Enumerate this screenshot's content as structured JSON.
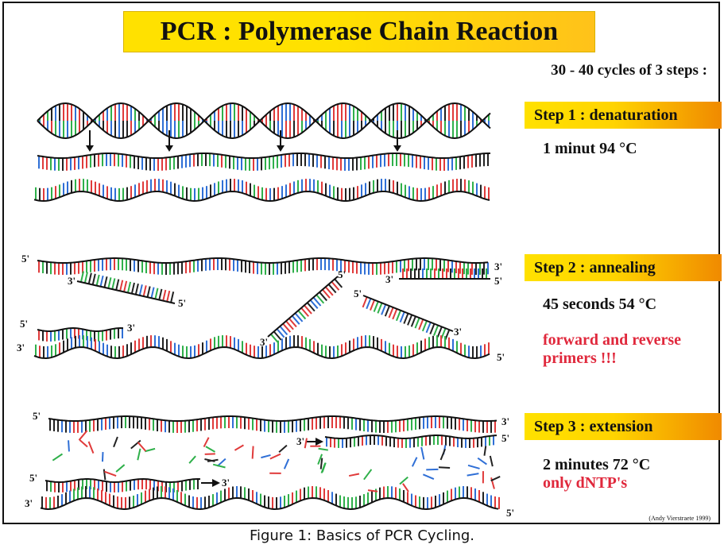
{
  "title": "PCR : Polymerase Chain Reaction",
  "cycles_text": "30 - 40 cycles of 3 steps :",
  "steps": [
    {
      "label": "Step 1 : denaturation",
      "conditions": "1 minut 94 °C",
      "note": ""
    },
    {
      "label": "Step 2 : annealing",
      "conditions": "45 seconds 54 °C",
      "note_line1": "forward and reverse",
      "note_line2": "primers !!!"
    },
    {
      "label": "Step 3 : extension",
      "conditions": "2 minutes 72 °C",
      "note": "only dNTP's"
    }
  ],
  "end_labels": {
    "five_prime": "5'",
    "three_prime": "3'"
  },
  "credit": "(Andy Vierstraete 1999)",
  "caption": "Figure 1: Basics of PCR Cycling.",
  "colors": {
    "title_bg": "#ffe100",
    "step_bg_start": "#ffe100",
    "step_bg_end": "#f08a00",
    "highlight_text": "#e0283c",
    "base_colors": [
      "#e03a3a",
      "#2f6fd6",
      "#2fb04a",
      "#222222"
    ]
  }
}
